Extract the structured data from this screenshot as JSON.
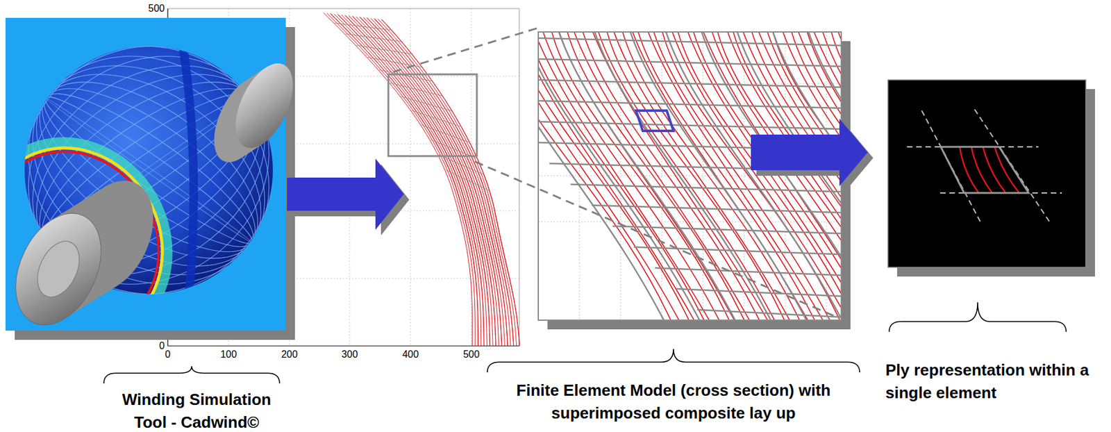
{
  "diagram": {
    "labels": [
      "500",
      "0",
      "0",
      "100",
      "200",
      "300",
      "400",
      "500",
      "Winding Simulation Tool - Cadwind©",
      "Finite Element Model (cross section) with superimposed composite lay up",
      "Ply representation within a single element"
    ]
  }
}
